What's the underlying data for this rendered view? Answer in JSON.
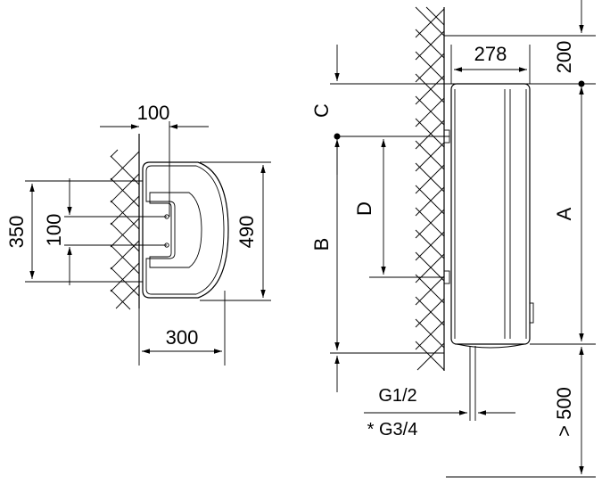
{
  "top_view": {
    "dim_wall_offset": "100",
    "dim_mount_span": "350",
    "dim_hole_spacing": "100",
    "dim_height": "490",
    "dim_depth": "300"
  },
  "side_view": {
    "dim_width": "278",
    "dim_top_clearance": "200",
    "label_a": "A",
    "label_b": "B",
    "label_c": "C",
    "label_d": "D",
    "dim_bottom_clearance": "> 500",
    "pipe_primary": "G1/2",
    "pipe_alt": "* G3/4"
  }
}
